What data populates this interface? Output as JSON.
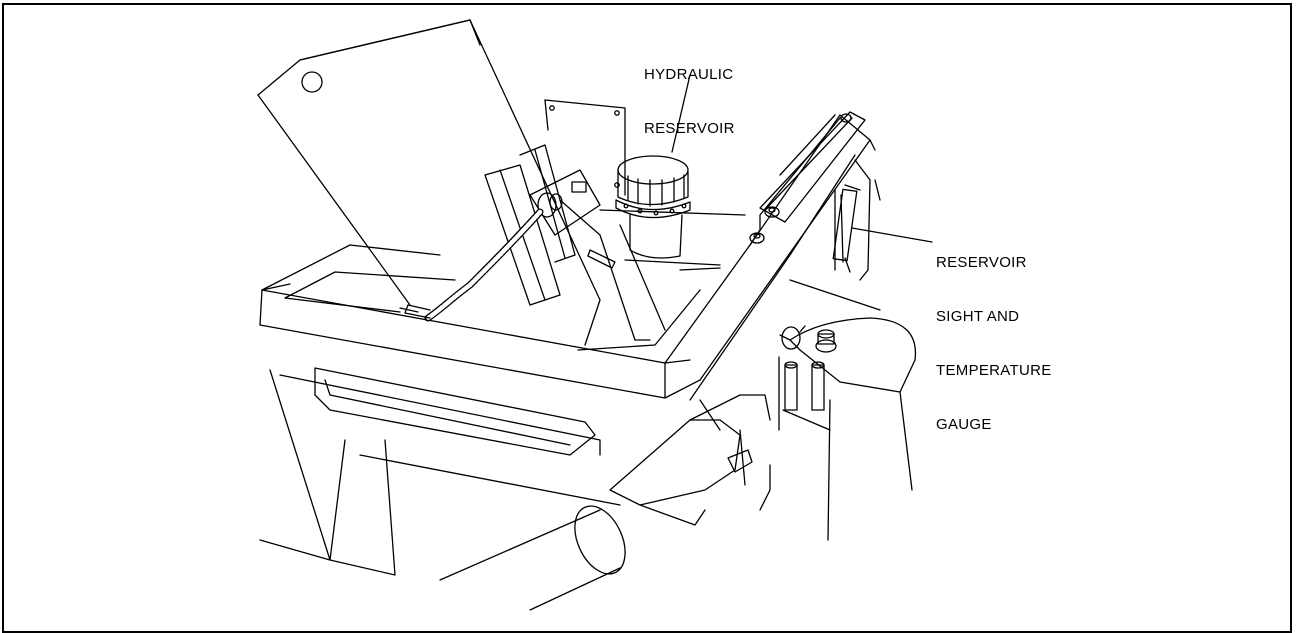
{
  "callouts": {
    "hydraulic_reservoir": {
      "lines": [
        "HYDRAULIC",
        "RESERVOIR"
      ]
    },
    "sight_gauge": {
      "lines": [
        "RESERVOIR",
        "SIGHT AND",
        "TEMPERATURE",
        "GAUGE"
      ]
    }
  },
  "colors": {
    "line": "#000000",
    "background": "#ffffff"
  }
}
